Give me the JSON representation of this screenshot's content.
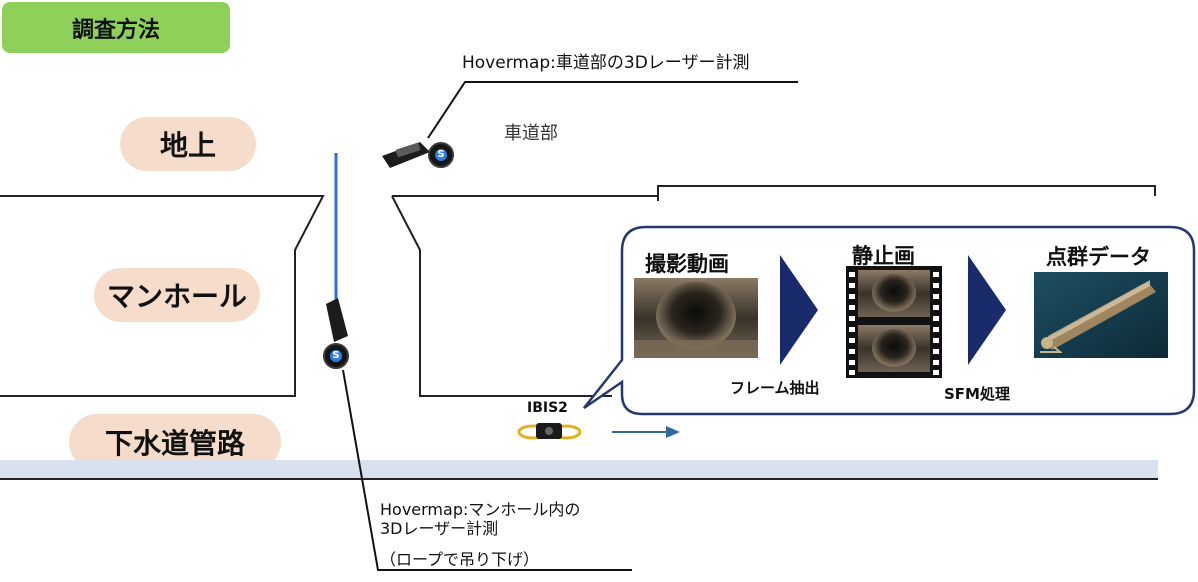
{
  "header": {
    "tag": "調査方法"
  },
  "zones": {
    "ground": "地上",
    "manhole": "マンホール",
    "sewer": "下水道管路"
  },
  "roadway_label": "車道部",
  "hovermap_top": "Hovermap:車道部の3Dレーザー計測",
  "hovermap_bottom": {
    "line1": "Hovermap:マンホール内の",
    "line2": "3Dレーザー計測",
    "line3": "（ロープで吊り下げ）"
  },
  "device_badge": "S",
  "drone_label": "IBIS2",
  "process": {
    "stages": [
      "撮影動画",
      "静止画",
      "点群データ"
    ],
    "steps": [
      "フレーム抽出",
      "SFM処理"
    ]
  },
  "colors": {
    "tag_bg": "#8fd05a",
    "pill_bg": "#f6dccb",
    "arrow": "#1a2b6b",
    "rope": "#2f6fd6",
    "floor": "#d9e1ee",
    "flow_arrow": "#2f6a9e"
  }
}
